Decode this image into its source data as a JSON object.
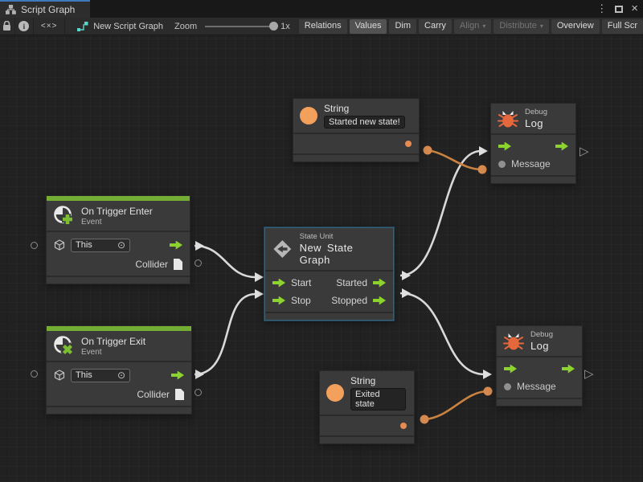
{
  "window": {
    "tab_title": "Script Graph",
    "menu_icon": "⋮",
    "close_icon": "×"
  },
  "toolbar": {
    "code_icon": "<×>",
    "graph_name": "New Script Graph",
    "zoom_label": "Zoom",
    "zoom_value": "1x",
    "relations": "Relations",
    "values": "Values",
    "dim": "Dim",
    "carry": "Carry",
    "align": "Align",
    "distribute": "Distribute",
    "overview": "Overview",
    "fullscreen": "Full Scr",
    "dropdown_arrow": "▾"
  },
  "canvas": {
    "port_triangle_icon": "▷",
    "nodes": {
      "string_top": {
        "title": "String",
        "value": "Started new state!"
      },
      "string_bottom": {
        "title": "String",
        "value": "Exited state"
      },
      "debug_top": {
        "kicker": "Debug",
        "title": "Log",
        "message_label": "Message"
      },
      "debug_bottom": {
        "kicker": "Debug",
        "title": "Log",
        "message_label": "Message"
      },
      "trigger_enter": {
        "title": "On Trigger Enter",
        "subtitle": "Event",
        "this_label": "This",
        "target_icon": "⊙",
        "collider_label": "Collider"
      },
      "trigger_exit": {
        "title": "On Trigger Exit",
        "subtitle": "Event",
        "this_label": "This",
        "target_icon": "⊙",
        "collider_label": "Collider"
      },
      "state_unit": {
        "kicker": "State Unit",
        "title": "New State Graph",
        "start": "Start",
        "stop": "Stop",
        "started": "Started",
        "stopped": "Stopped"
      }
    }
  },
  "colors": {
    "accent_green": "#8cd32f",
    "event_header_green": "#74ad33",
    "literal_orange": "#f2a05b",
    "wire_orange": "#c9823f",
    "selection_blue": "#33607a",
    "tab_accent_blue": "#3e79bb"
  }
}
